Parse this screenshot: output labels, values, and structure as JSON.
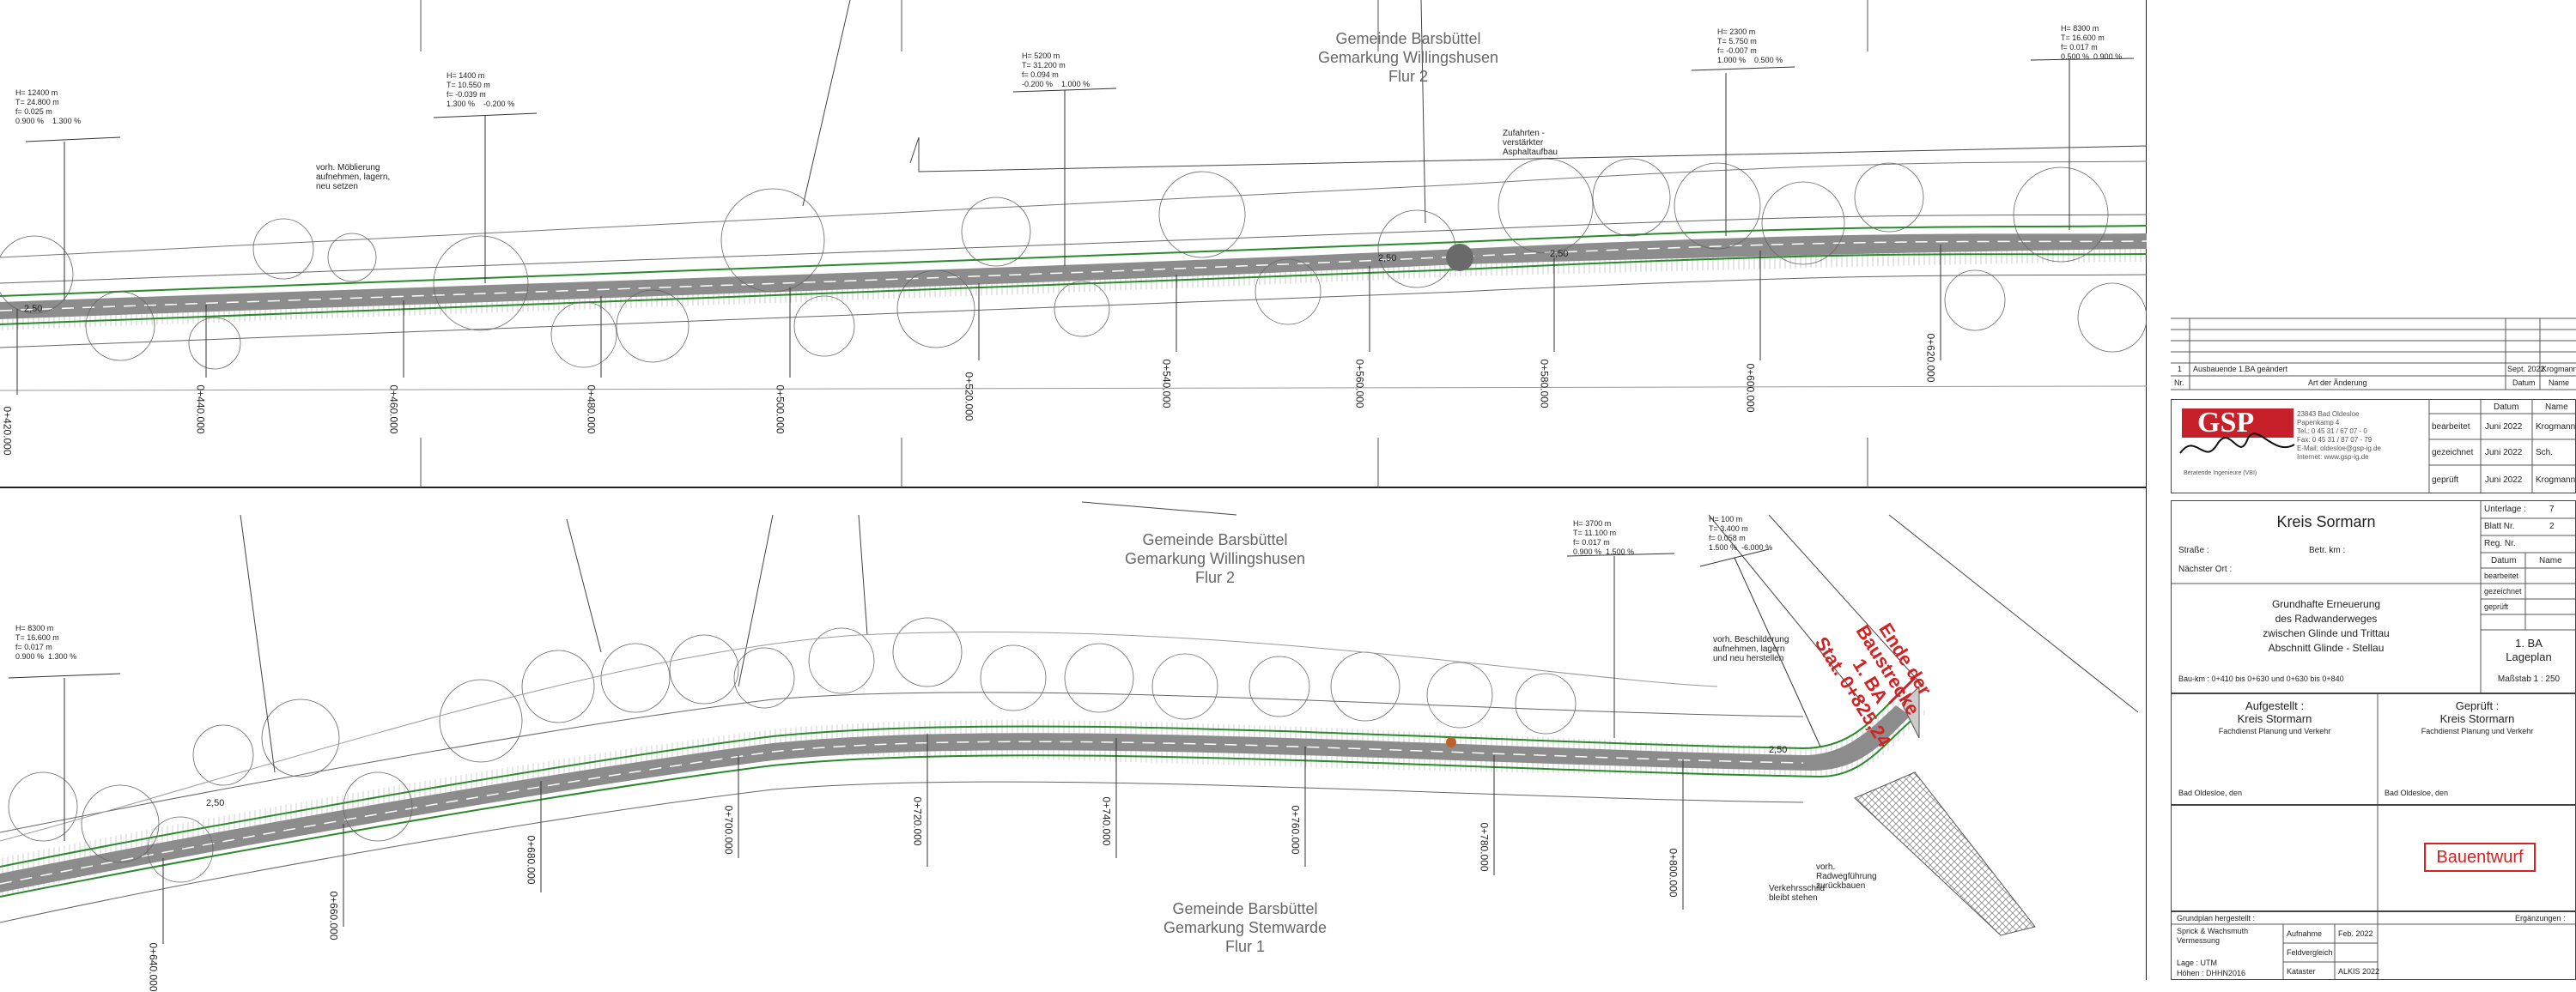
{
  "plan_top": {
    "municipality": "Gemeinde Barsbüttel",
    "district": "Gemarkung Willingshusen",
    "parcel": "Flur 2",
    "stations": [
      "0+420.000",
      "0+440.000",
      "0+460.000",
      "0+480.000",
      "0+500.000",
      "0+520.000",
      "0+540.000",
      "0+560.000",
      "0+580.000",
      "0+600.000",
      "0+620.000"
    ],
    "notes": [
      "vorh. Möblierung aufnehmen, lagern, neu setzen",
      "Zufahrten - verstärkter Asphaltaufbau"
    ],
    "width_labels": [
      "2,50",
      "2,50",
      "2,50"
    ],
    "curve_params": [
      {
        "h": "H= 12400 m",
        "t": "T= 24.800 m",
        "f": "f= 0.025 m",
        "s1": "0.900 %",
        "s2": "1.300 %"
      },
      {
        "h": "H= 1400 m",
        "t": "T= 10.550 m",
        "f": "f= -0.039 m",
        "s1": "1.300 %",
        "s2": "-0.200 %"
      },
      {
        "h": "H= 5200 m",
        "t": "T= 31.200 m",
        "f": "f= 0.094 m",
        "s1": "-0.200 %",
        "s2": "1.000 %"
      },
      {
        "h": "H= 2300 m",
        "t": "T= 5.750 m",
        "f": "f= -0.007 m",
        "s1": "1.000 %",
        "s2": "0.500 %"
      },
      {
        "h": "H= 8300 m",
        "t": "T= 16.600 m",
        "f": "f= 0.017 m",
        "s1": "0.500 %",
        "s2": "0.900 %"
      }
    ]
  },
  "plan_bottom": {
    "municipality": "Gemeinde Barsbüttel",
    "district": "Gemarkung Willingshusen",
    "parcel": "Flur 2",
    "municipality2": "Gemeinde Barsbüttel",
    "district2": "Gemarkung Stemwarde",
    "parcel2": "Flur 1",
    "stations": [
      "0+640.000",
      "0+660.000",
      "0+680.000",
      "0+700.000",
      "0+720.000",
      "0+740.000",
      "0+760.000",
      "0+780.000",
      "0+800.000"
    ],
    "end_label": [
      "Ende der",
      "Baustrecke",
      "1. BA",
      "Stat. 0+825,24"
    ],
    "notes": [
      "vorh. Beschilderung aufnehmen, lagern und neu herstellen",
      "vorh. Radwegführung zurückbauen",
      "Verkehrsschild bleibt stehen"
    ],
    "width_labels": [
      "2,50",
      "2,50"
    ],
    "curve_params": [
      {
        "h": "H= 8300 m",
        "t": "T= 16.600 m",
        "f": "f= 0.017 m",
        "s1": "0.900 %",
        "s2": "1.300 %"
      },
      {
        "h": "H= 3700 m",
        "t": "T= 11.100 m",
        "f": "f= 0.017 m",
        "s1": "0.900 %",
        "s2": "1.500 %"
      },
      {
        "h": "H= 100 m",
        "t": "T= 3.400 m",
        "f": "f= 0.058 m",
        "s1": "1.500 %",
        "s2": "-6.000 %"
      }
    ]
  },
  "revisions": {
    "row_nr": "1",
    "row_text": "Ausbauende 1.BA geändert",
    "row_date": "Sept. 2022",
    "row_name": "Krogmann",
    "col_nr": "Nr.",
    "col_art": "Art der Änderung",
    "col_datum": "Datum",
    "col_name": "Name"
  },
  "company": {
    "logo": "GSP",
    "address": [
      "23843 Bad Oldesloe",
      "Papenkamp 4",
      "Tel.: 0 45 31 / 67 07 - 0",
      "Fax: 0 45 31 / 87 07 - 79",
      "E-Mail: oldesloe@gsp-ig.de",
      "Internet: www.gsp-ig.de"
    ],
    "subtitle": "Beratende Ingenieure (VBI)",
    "header_datum": "Datum",
    "header_name": "Name",
    "rows": [
      {
        "label": "bearbeitet",
        "date": "Juni 2022",
        "name": "Krogmann"
      },
      {
        "label": "gezeichnet",
        "date": "Juni 2022",
        "name": "Sch."
      },
      {
        "label": "geprüft",
        "date": "Juni 2022",
        "name": "Krogmann"
      }
    ]
  },
  "project": {
    "client": "Kreis Sormarn",
    "strasse": "Straße :",
    "betr_km": "Betr. km :",
    "naechster_ort": "Nächster Ort :",
    "title_lines": [
      "Grundhafte Erneuerung",
      "des Radwanderweges",
      "zwischen Glinde und Trittau",
      "Abschnitt Glinde - Stellau"
    ],
    "bau_km": "Bau-km : 0+410 bis 0+630 und 0+630 bis 0+840",
    "unterlage_label": "Unterlage :",
    "unterlage_val": "7",
    "blatt_label": "Blatt Nr.",
    "blatt_val": "2",
    "reg_label": "Reg. Nr.",
    "datum": "Datum",
    "name": "Name",
    "rows": [
      "bearbeitet",
      "gezeichnet",
      "geprüft"
    ],
    "drawing_title": [
      "1. BA",
      "Lageplan"
    ],
    "massstab": "Maßstab 1 : 250"
  },
  "approval": {
    "left_title": "Aufgestellt :",
    "left_org": "Kreis Stormarn",
    "left_dept": "Fachdienst Planung und Verkehr",
    "left_place": "Bad Oldesloe, den",
    "right_title": "Geprüft :",
    "right_org": "Kreis Stormarn",
    "right_dept": "Fachdienst Planung und Verkehr",
    "right_place": "Bad Oldesloe, den",
    "stamp": "Bauentwurf"
  },
  "footer": {
    "grundplan": "Grundplan hergestellt :",
    "ergaenzungen": "Ergänzungen :",
    "vermessung": [
      "Sprick & Wachsmuth",
      "Vermessung"
    ],
    "lage": "Lage : UTM",
    "hoehen": "Höhen : DHHN2016",
    "aufnahme": "Aufnahme",
    "aufnahme_val": "Feb. 2022",
    "feldvergleich": "Feldvergleich",
    "kataster": "Kataster",
    "kataster_val": "ALKIS 2022"
  }
}
